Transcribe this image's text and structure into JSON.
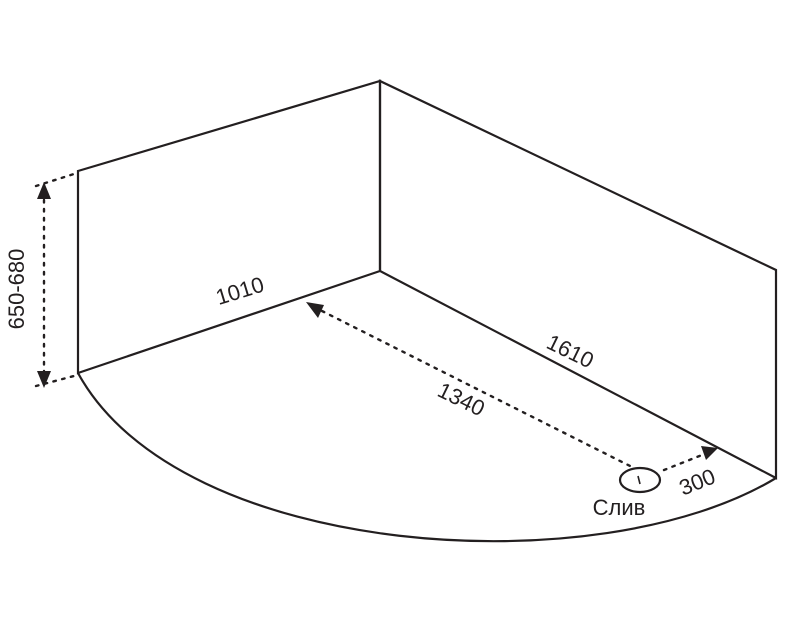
{
  "labels": {
    "height": "650-680",
    "left_wall": "1010",
    "right_wall": "1610",
    "drain_to_left": "1340",
    "drain_to_right": "300",
    "drain": "Слив"
  },
  "colors": {
    "line": "#231f20",
    "background": "#ffffff"
  }
}
